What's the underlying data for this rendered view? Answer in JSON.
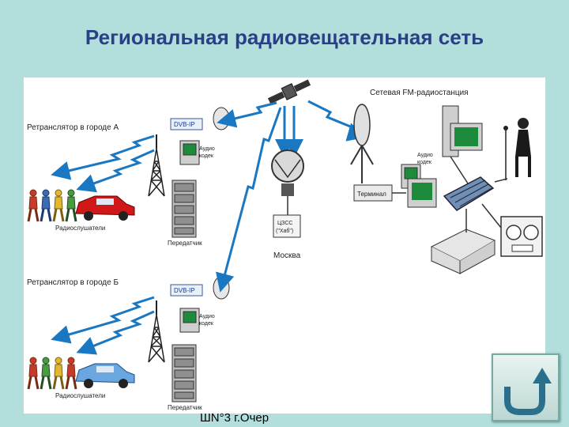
{
  "slide": {
    "title": "Региональная радиовещательная сеть",
    "footer": "ШN°3 г.Очер"
  },
  "diagram": {
    "relay_a_label": "Ретранслятор в  городе А",
    "relay_b_label": "Ретранслятор в  городе Б",
    "listeners_label": "Радиослушатели",
    "dvb_label": "DVB-IP",
    "audio_codec_label_line1": "Аудио",
    "audio_codec_label_line2": "кодек",
    "transmitter_label": "Передатчик",
    "fm_station_label": "Сетевая FM-радиостанция",
    "terminal_label": "Терминал",
    "hub_label_line1": "ЦЗСС",
    "hub_label_line2": "(\"Хаб\")",
    "moscow_label": "Москва"
  },
  "colors": {
    "title": "#2a3f86",
    "background": "#b2dedc",
    "signal_arrows": "#1a78c2",
    "car_a": "#d01818",
    "car_b": "#6aa6e0"
  },
  "nav": {
    "icon": "return-arrow-icon"
  }
}
